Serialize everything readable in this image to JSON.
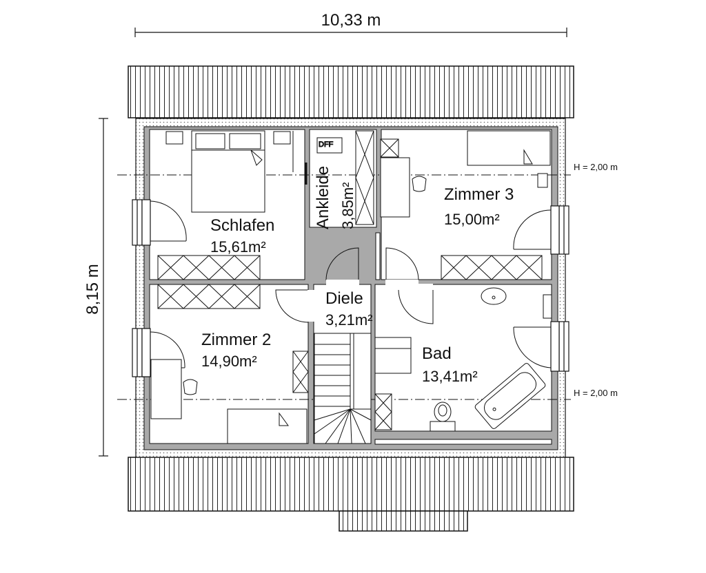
{
  "dimensions": {
    "width": "10,33 m",
    "height": "8,15 m"
  },
  "height_markers": {
    "upper": "H = 2,00 m",
    "lower": "H = 2,00 m"
  },
  "rooms": {
    "schlafen": {
      "name": "Schlafen",
      "area": "15,61m²"
    },
    "ankleide": {
      "name": "Ankleide",
      "area": "3,85m²"
    },
    "zimmer3": {
      "name": "Zimmer 3",
      "area": "15,00m²"
    },
    "diele": {
      "name": "Diele",
      "area": "3,21m²"
    },
    "zimmer2": {
      "name": "Zimmer 2",
      "area": "14,90m²"
    },
    "bad": {
      "name": "Bad",
      "area": "13,41m²"
    }
  },
  "annotations": {
    "dff": "DFF"
  },
  "colors": {
    "wall": "#a9a9a9",
    "line": "#111111",
    "background": "#ffffff"
  }
}
